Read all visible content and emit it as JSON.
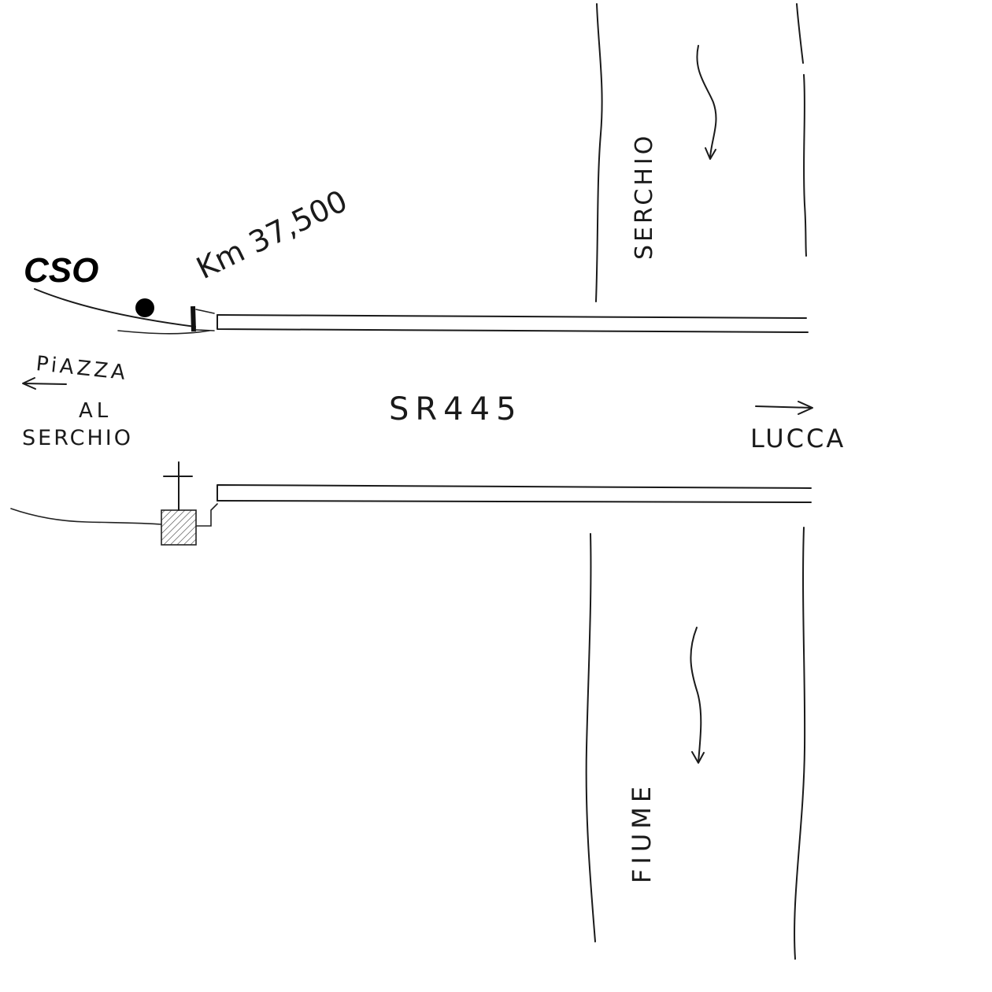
{
  "labels": {
    "cso": "CSO",
    "km": "Km 37,500",
    "piazza_line1": "PiAZZA",
    "piazza_line2": "AL",
    "piazza_line3": "SERCHIO",
    "road": "SR445",
    "lucca": "LUCCA",
    "river_top": "SERCHIO",
    "river_bottom": "FIUME"
  },
  "colors": {
    "ink": "#1a1a1a",
    "background": "#ffffff"
  }
}
